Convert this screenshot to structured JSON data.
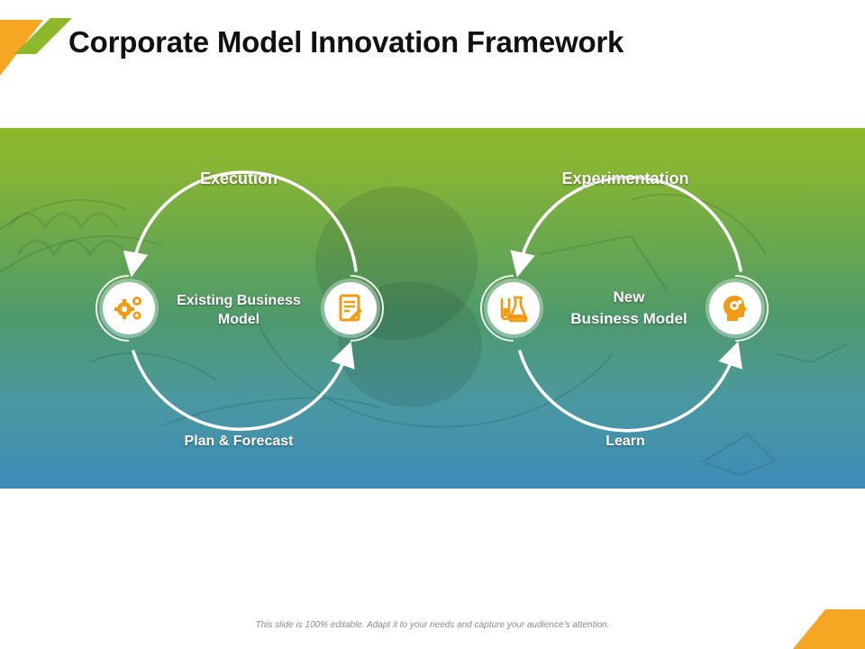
{
  "slide": {
    "title": "Corporate Model Innovation Framework",
    "footer": "This slide is 100% editable. Adapt it to your needs and capture your audience’s attention."
  },
  "colors": {
    "accent_orange": "#f5a623",
    "accent_green": "#8cb82a",
    "icon_orange": "#f29a12",
    "banner_top": "#8cb82a",
    "banner_bottom": "#3d8cb8"
  },
  "cycles": [
    {
      "top_label": "Execution",
      "center_label_line1": "Existing Business",
      "center_label_line2": "Model",
      "bottom_label": "Plan & Forecast",
      "left_icon": "gears-icon",
      "right_icon": "document-edit-icon"
    },
    {
      "top_label": "Experimentation",
      "center_label_line1": "New",
      "center_label_line2": "Business Model",
      "bottom_label": "Learn",
      "left_icon": "lab-flask-icon",
      "right_icon": "head-gears-icon"
    }
  ]
}
